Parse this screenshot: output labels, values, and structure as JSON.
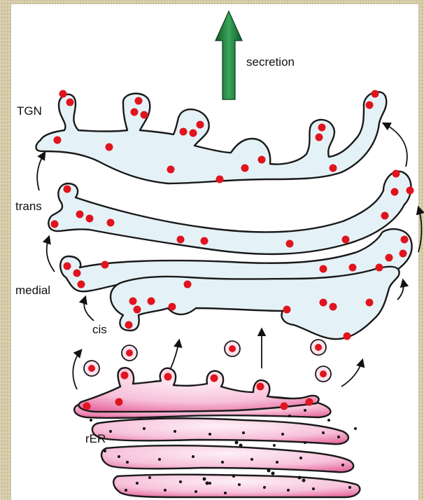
{
  "labels": {
    "secretion": "secretion",
    "tgn": "TGN",
    "trans": "trans",
    "medial": "medial",
    "cis": "cis",
    "rer": "rER"
  },
  "colors": {
    "lumen": "#e4f2f7",
    "cargo": "#e0141e",
    "er_light": "#fbe3ef",
    "er_dark": "#e8669d",
    "secretion_arrow": "#1e7a3c",
    "background": "#d9cda9"
  }
}
